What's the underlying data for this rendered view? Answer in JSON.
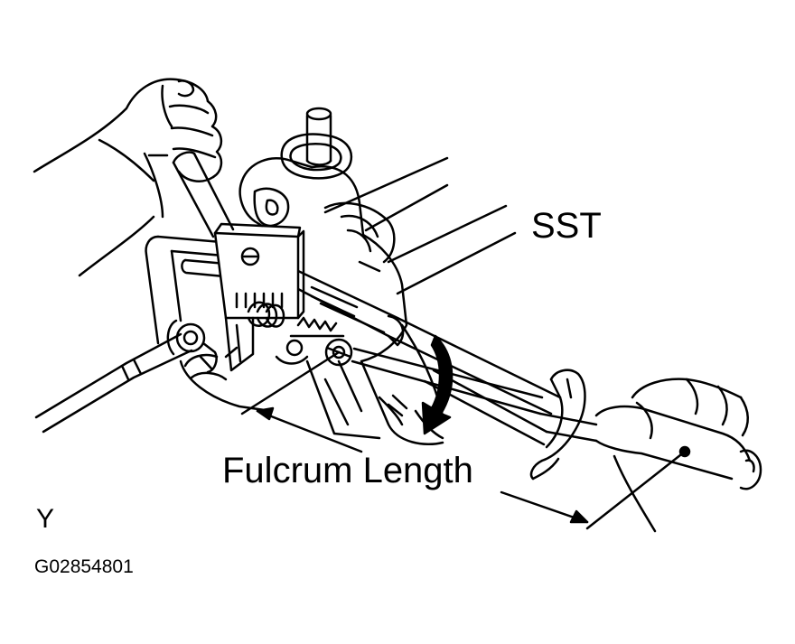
{
  "labels": {
    "sst": "SST",
    "fulcrum_length": "Fulcrum Length",
    "view_letter": "Y",
    "figure_code": "G02854801"
  },
  "colors": {
    "ink": "#000000",
    "paper": "#ffffff"
  },
  "icons": {
    "rotation_arrow": "curved-arrow-down-icon",
    "hand_top": "hand-grip-icon",
    "hand_right": "hand-grip-icon"
  }
}
